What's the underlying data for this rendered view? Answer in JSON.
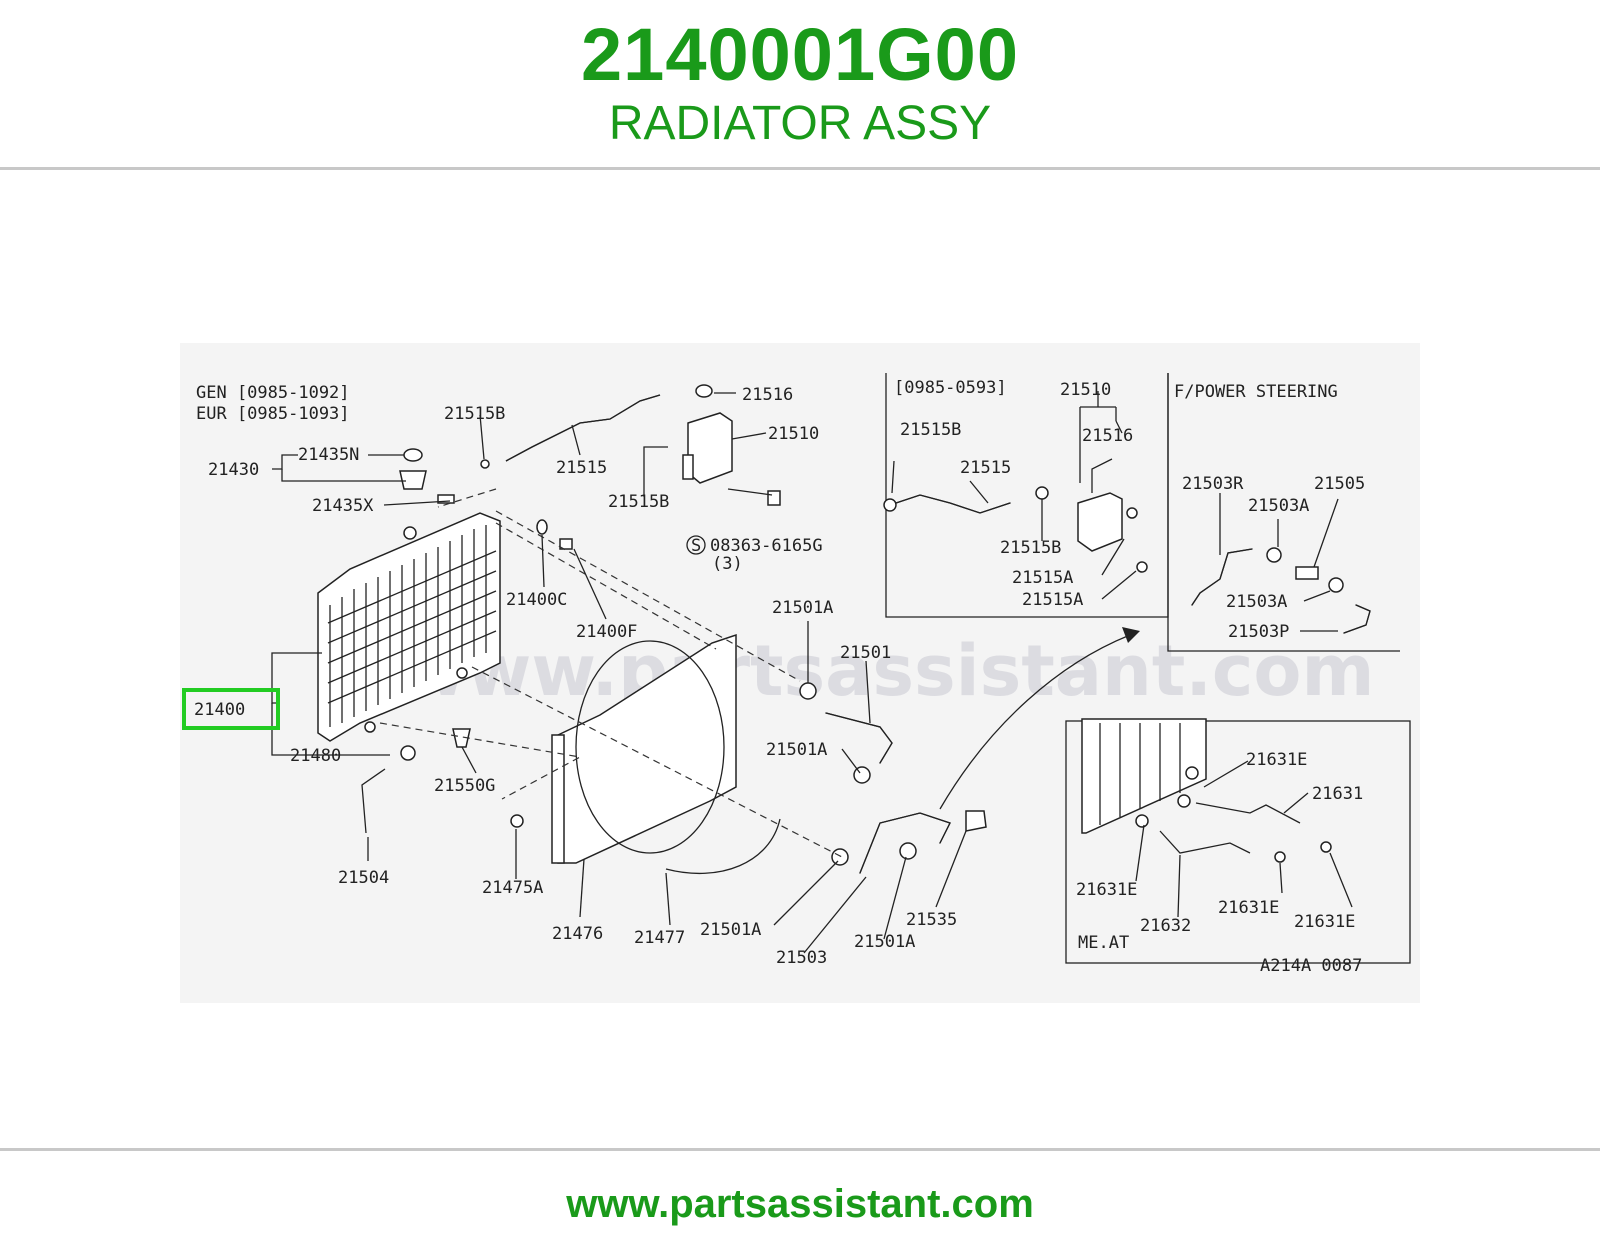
{
  "header": {
    "part_number": "2140001G00",
    "part_name": "RADIATOR ASSY"
  },
  "footer": {
    "url": "www.partsassistant.com"
  },
  "diagram": {
    "watermark": "www.partsassistant.com",
    "code": "A214A 0087",
    "notes": {
      "gen": "GEN [0985-1092]",
      "eur": "EUR [0985-1093]",
      "inset1": "[0985-0593]",
      "inset2": "F/POWER STEERING",
      "inset3": "ME.AT",
      "qty": "(3)"
    },
    "highlight_color": "#22cc22",
    "labels": {
      "p21400": "21400",
      "p21430": "21430",
      "p21435N": "21435N",
      "p21435X": "21435X",
      "p21515B": "21515B",
      "p21515": "21515",
      "p21515B_2": "21515B",
      "p21516": "21516",
      "p21510": "21510",
      "p08363": "08363-6165G",
      "p21400C": "21400C",
      "p21400F": "21400F",
      "p21480": "21480",
      "p21550G": "21550G",
      "p21504": "21504",
      "p21475A": "21475A",
      "p21476": "21476",
      "p21477": "21477",
      "p21501A_1": "21501A",
      "p21501": "21501",
      "p21501A_2": "21501A",
      "p21501A_3": "21501A",
      "p21503": "21503",
      "p21501A_4": "21501A",
      "p21535": "21535",
      "i1_21510": "21510",
      "i1_21516": "21516",
      "i1_21515B": "21515B",
      "i1_21515": "21515",
      "i1_21515B_2": "21515B",
      "i1_21515A": "21515A",
      "i1_21515A_2": "21515A",
      "i2_21503R": "21503R",
      "i2_21505": "21505",
      "i2_21503A": "21503A",
      "i2_21503A_2": "21503A",
      "i2_21503P": "21503P",
      "i3_21631E_1": "21631E",
      "i3_21631": "21631",
      "i3_21631E_2": "21631E",
      "i3_21632": "21632",
      "i3_21631E_3": "21631E",
      "i3_21631E_4": "21631E"
    }
  }
}
